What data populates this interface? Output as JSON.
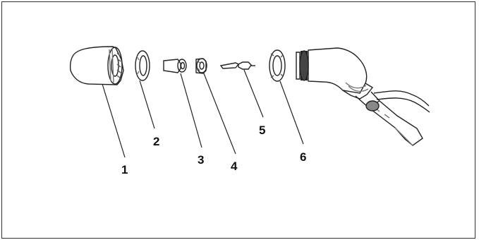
{
  "diagram": {
    "callouts": [
      {
        "id": "1",
        "label": "1"
      },
      {
        "id": "2",
        "label": "2"
      },
      {
        "id": "3",
        "label": "3"
      },
      {
        "id": "4",
        "label": "4"
      },
      {
        "id": "5",
        "label": "5"
      },
      {
        "id": "6",
        "label": "6"
      }
    ],
    "colors": {
      "line": "#222222",
      "frame": "#333333",
      "shade": "#777777"
    }
  }
}
